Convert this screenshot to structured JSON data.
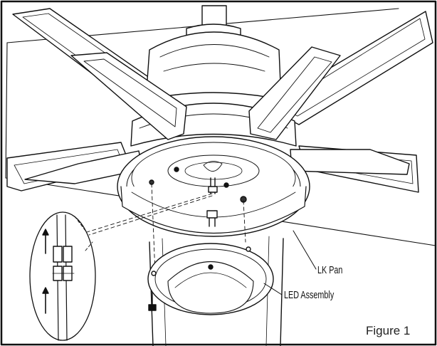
{
  "labels": {
    "lk_pan": "LK Pan",
    "led_assembly": "LED Assembly",
    "figure": "Figure 1"
  }
}
